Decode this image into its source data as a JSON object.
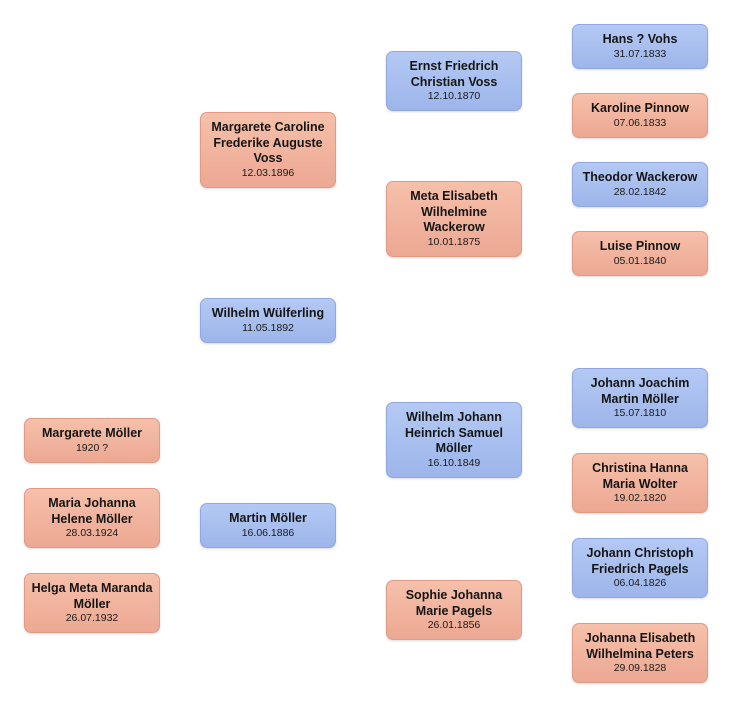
{
  "persons": {
    "margarete_moeller": {
      "name": "Margarete Möller",
      "date": "1920 ?"
    },
    "maria_johanna": {
      "name": "Maria Johanna Helene Möller",
      "date": "28.03.1924"
    },
    "helga_meta": {
      "name": "Helga Meta Maranda Möller",
      "date": "26.07.1932"
    },
    "margarete_caroline": {
      "name": "Margarete Caroline Frederike Auguste Voss",
      "date": "12.03.1896"
    },
    "wilhelm_wuelferling": {
      "name": "Wilhelm Wülferling",
      "date": "11.05.1892"
    },
    "martin_moeller": {
      "name": "Martin Möller",
      "date": "16.06.1886"
    },
    "ernst_friedrich": {
      "name": "Ernst Friedrich Christian Voss",
      "date": "12.10.1870"
    },
    "meta_elisabeth": {
      "name": "Meta Elisabeth Wilhelmine Wackerow",
      "date": "10.01.1875"
    },
    "wilhelm_johann": {
      "name": "Wilhelm Johann Heinrich Samuel Möller",
      "date": "16.10.1849"
    },
    "sophie_johanna": {
      "name": "Sophie Johanna Marie Pagels",
      "date": "26.01.1856"
    },
    "hans_vohs": {
      "name": "Hans ? Vohs",
      "date": "31.07.1833"
    },
    "karoline_pinnow": {
      "name": "Karoline Pinnow",
      "date": "07.06.1833"
    },
    "theodor_wackerow": {
      "name": "Theodor Wackerow",
      "date": "28.02.1842"
    },
    "luise_pinnow": {
      "name": "Luise Pinnow",
      "date": "05.01.1840"
    },
    "johann_joachim": {
      "name": "Johann Joachim Martin Möller",
      "date": "15.07.1810"
    },
    "christina_hanna": {
      "name": "Christina Hanna Maria Wolter",
      "date": "19.02.1820"
    },
    "johann_christoph": {
      "name": "Johann Christoph Friedrich Pagels",
      "date": "06.04.1826"
    },
    "johanna_elisabeth": {
      "name": "Johanna Elisabeth Wilhelmina Peters",
      "date": "29.09.1828"
    }
  },
  "colors": {
    "male": "#9db5ea",
    "female": "#eca893"
  }
}
